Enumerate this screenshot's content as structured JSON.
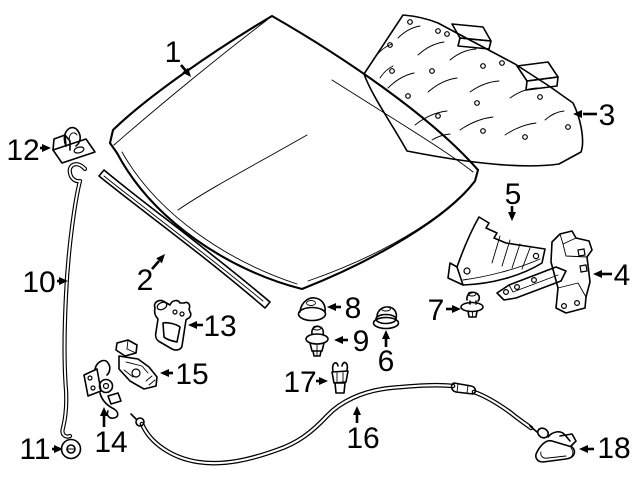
{
  "diagram": {
    "kind": "exploded-parts-diagram",
    "subject": "vehicle hood assembly",
    "background_color": "#ffffff",
    "line_color": "#000000",
    "callouts": [
      {
        "label": "1",
        "part": "hood-panel"
      },
      {
        "label": "2",
        "part": "front-seal-strip"
      },
      {
        "label": "3",
        "part": "insulator-pad"
      },
      {
        "label": "4",
        "part": "hood-hinge"
      },
      {
        "label": "5",
        "part": "hinge-bracket"
      },
      {
        "label": "6",
        "part": "grommet"
      },
      {
        "label": "7",
        "part": "push-clip"
      },
      {
        "label": "8",
        "part": "bumper-cushion"
      },
      {
        "label": "9",
        "part": "push-clip"
      },
      {
        "label": "10",
        "part": "support-rod"
      },
      {
        "label": "11",
        "part": "rod-grommet"
      },
      {
        "label": "12",
        "part": "rod-retainer"
      },
      {
        "label": "13",
        "part": "corner-bracket"
      },
      {
        "label": "14",
        "part": "safety-catch"
      },
      {
        "label": "15",
        "part": "hood-latch"
      },
      {
        "label": "16",
        "part": "release-cable"
      },
      {
        "label": "17",
        "part": "cable-clip"
      },
      {
        "label": "18",
        "part": "release-handle"
      }
    ]
  }
}
